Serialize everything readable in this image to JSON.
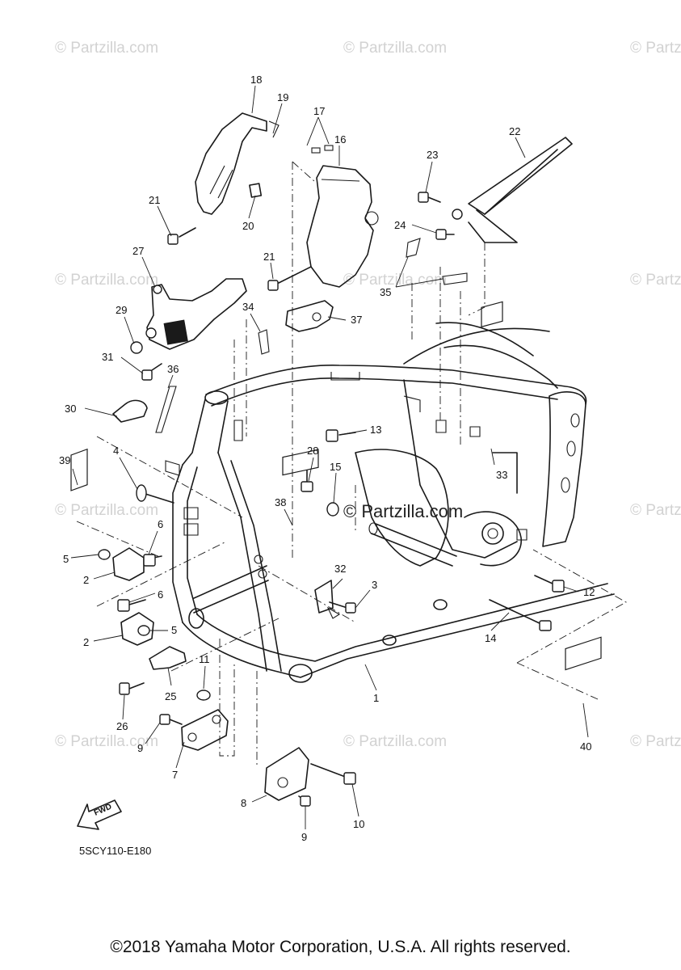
{
  "watermarks": {
    "text": "© Partzilla.com",
    "center_text": "© Partzilla.com"
  },
  "diagram_code": "5SCY110-E180",
  "fwd_label": "FWD",
  "copyright": "©2018 Yamaha Motor Corporation, U.S.A. All rights reserved.",
  "callouts": [
    "1",
    "2",
    "2",
    "3",
    "4",
    "5",
    "5",
    "6",
    "6",
    "7",
    "8",
    "9",
    "9",
    "10",
    "11",
    "12",
    "13",
    "14",
    "15",
    "16",
    "17",
    "18",
    "19",
    "20",
    "21",
    "21",
    "22",
    "23",
    "24",
    "25",
    "26",
    "27",
    "28",
    "29",
    "30",
    "31",
    "32",
    "33",
    "34",
    "35",
    "36",
    "37",
    "38",
    "39",
    "40"
  ]
}
